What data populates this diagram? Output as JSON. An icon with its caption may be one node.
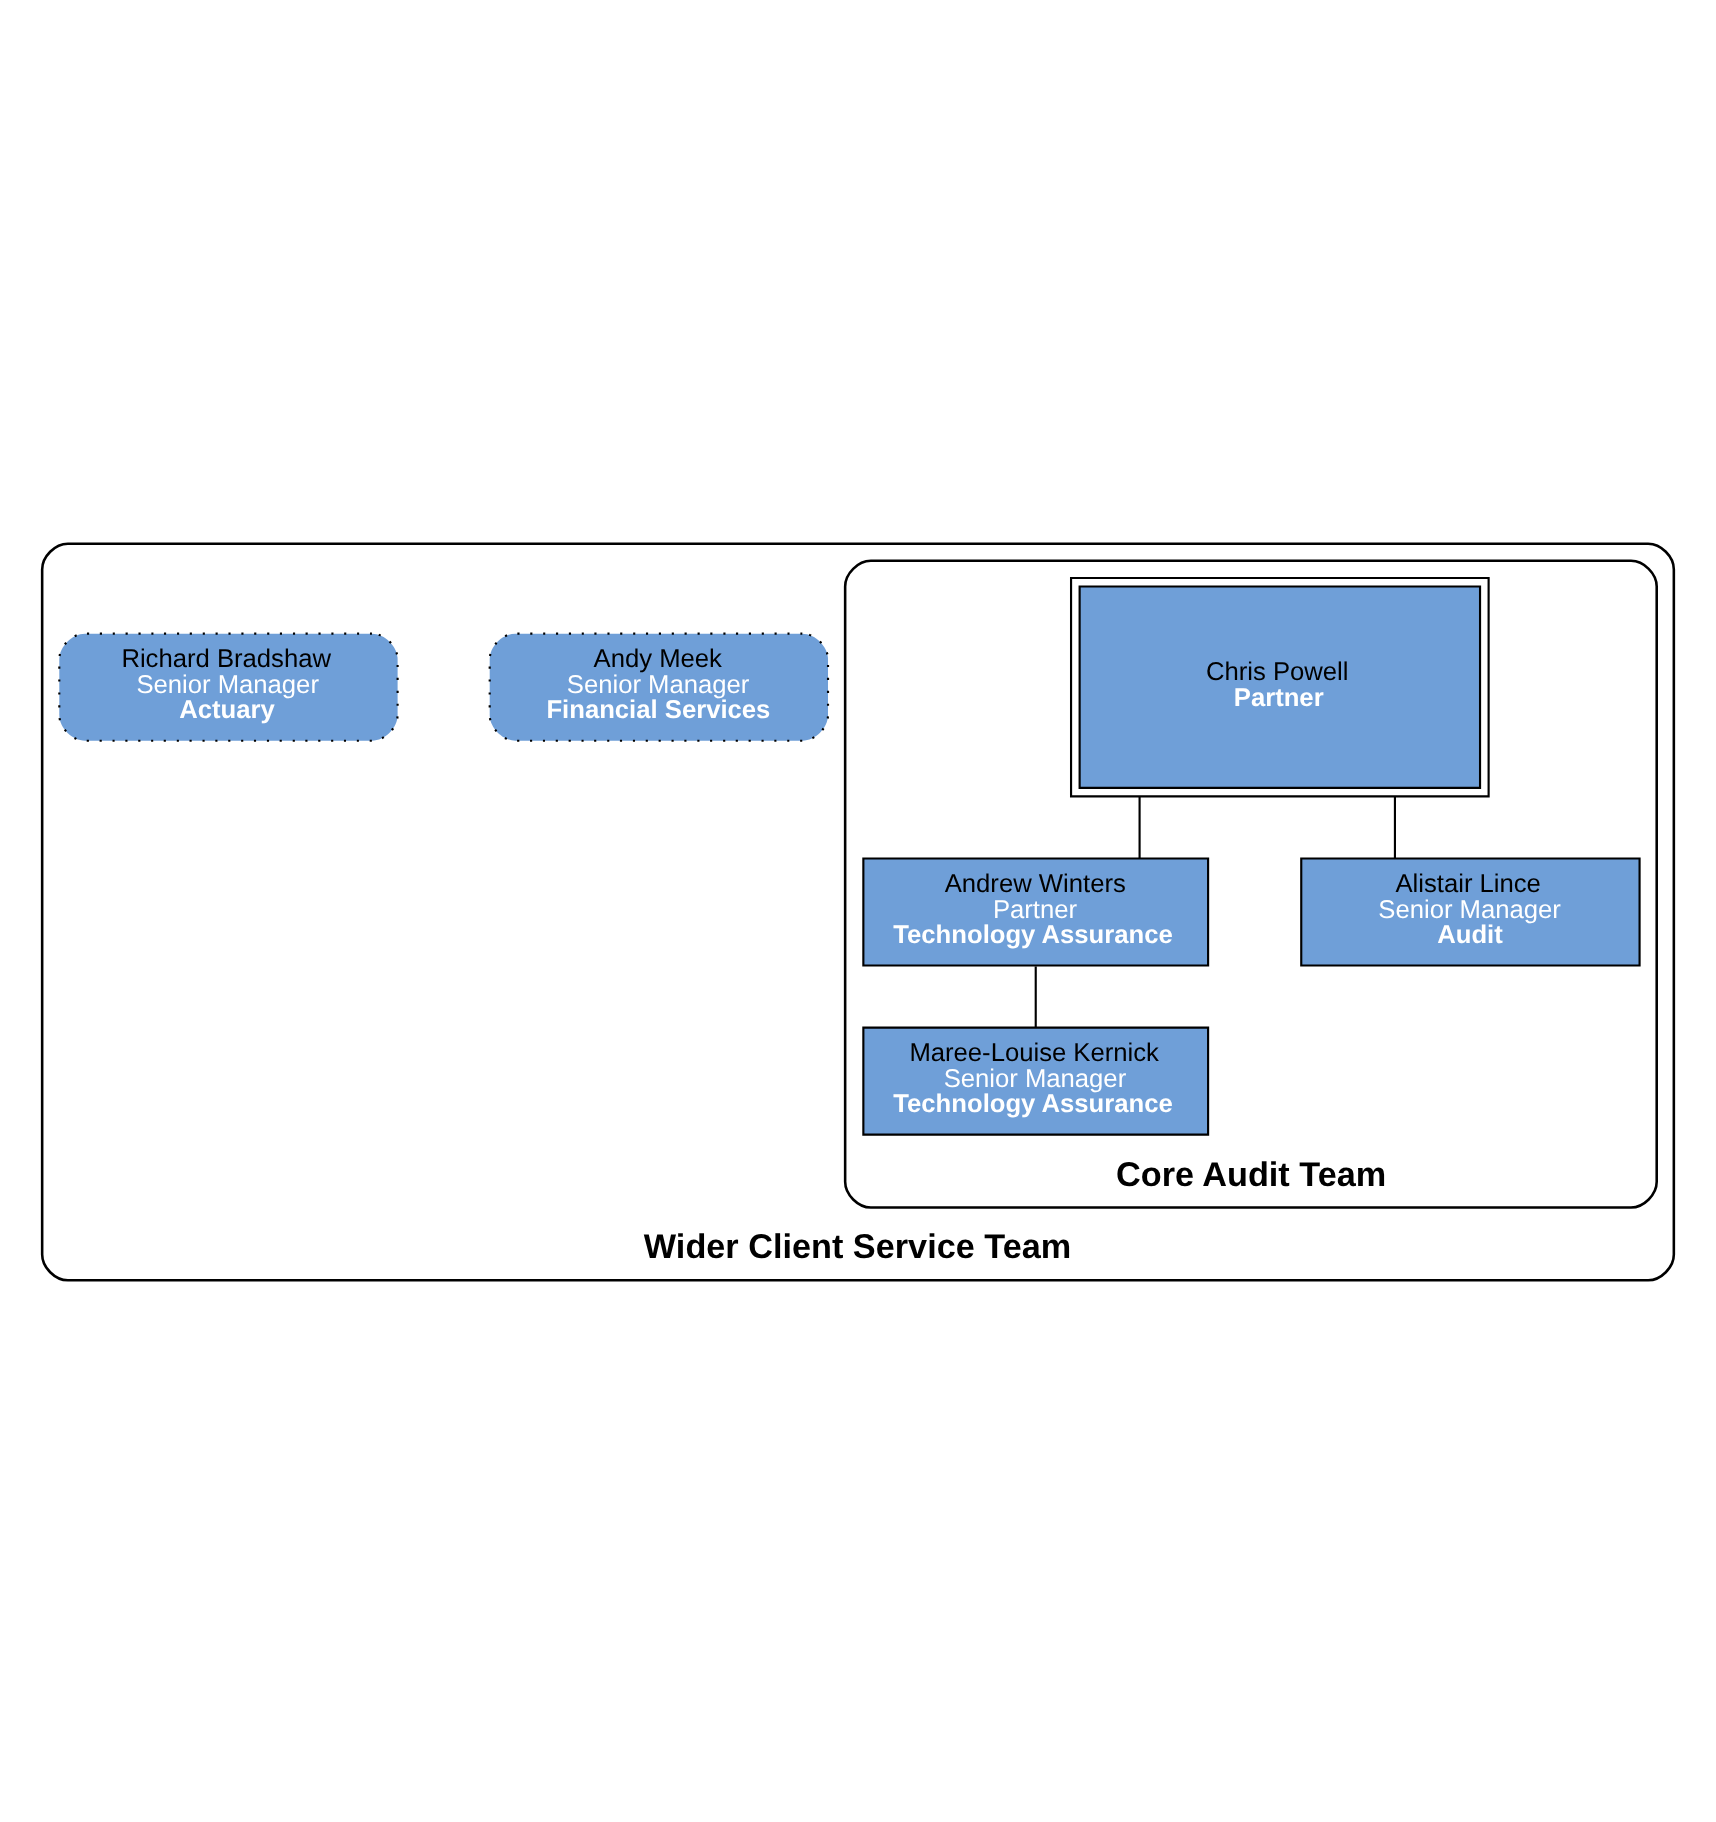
{
  "diagram": {
    "nodes": [
      {
        "text": [
          "Wider Client Service Team"
        ]
      },
      {
        "text": [
          "Core Audit Team"
        ],
        "in": 0
      },
      {
        "text": [
          "Chris Powell",
          "Partner"
        ],
        "in": 1
      },
      {
        "text": [
          "Andrew Winters",
          "Partner",
          "Technology Assurance"
        ],
        "in": 1
      },
      {
        "text": [
          "Alistair Lince",
          "Senior Manager",
          "Audit"
        ],
        "in": 1
      },
      {
        "text": [
          "Maree-Louise Kernick",
          "Senior Manager",
          "Technology Assurance"
        ],
        "in": 1
      },
      {
        "text": [
          "Andy Meek",
          "Senior Manager",
          "Financial Services"
        ],
        "in": 0
      },
      {
        "text": [
          "Richard Bradshaw",
          "Senior Manager",
          "Actuary"
        ],
        "in": 0
      }
    ],
    "edges": [
      {
        "from": 2,
        "to": 3,
        "arrow": "none"
      },
      {
        "from": 2,
        "to": 4,
        "arrow": "none"
      },
      {
        "from": 3,
        "to": 5,
        "arrow": "none"
      }
    ]
  }
}
